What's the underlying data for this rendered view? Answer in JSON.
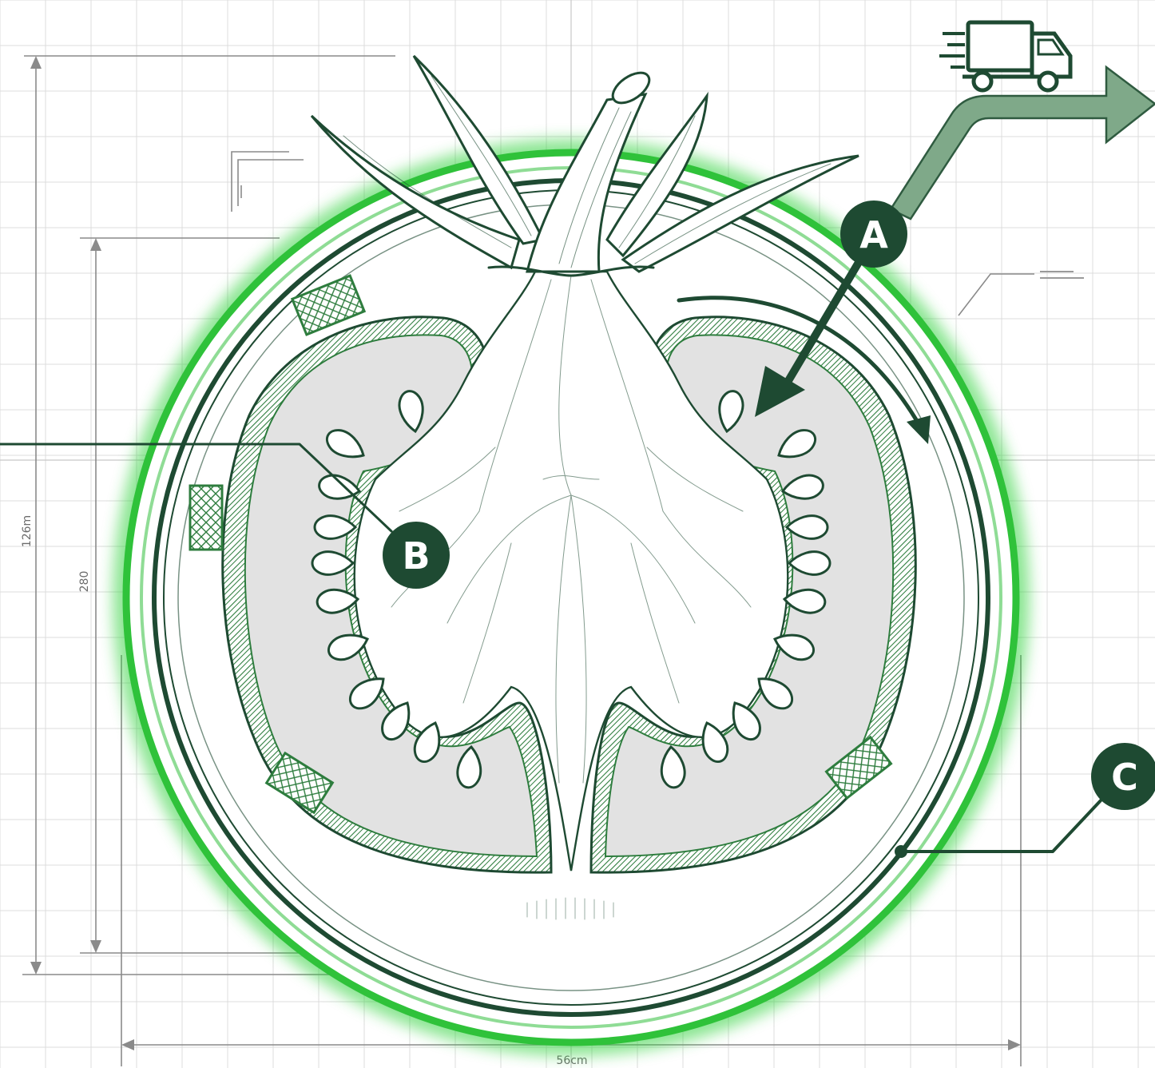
{
  "dimensions": {
    "overall_height": "126m",
    "inner_height": "280",
    "width": "56cm"
  },
  "callouts": [
    {
      "id": "A",
      "letter": "A"
    },
    {
      "id": "B",
      "letter": "B"
    },
    {
      "id": "C",
      "letter": "C"
    }
  ],
  "colors": {
    "ink": "#1e4a32",
    "glow": "#2fd13a",
    "hatch": "#2e7d3e",
    "grid": "#dcdcdc",
    "locule_fill": "#e2e2e2",
    "arrow_fill": "#7fa989"
  },
  "icons": [
    "delivery-truck-icon",
    "export-arrow-icon"
  ]
}
